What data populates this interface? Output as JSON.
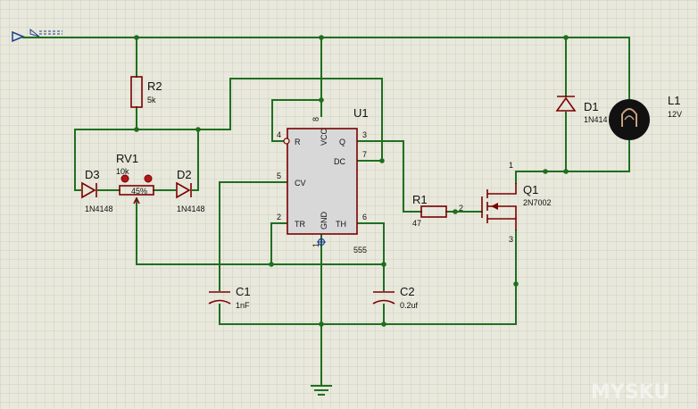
{
  "components": {
    "r2": {
      "ref": "R2",
      "value": "5k"
    },
    "rv1": {
      "ref": "RV1",
      "value": "10k",
      "setting": "45%"
    },
    "d3": {
      "ref": "D3",
      "value": "1N4148"
    },
    "d2": {
      "ref": "D2",
      "value": "1N4148"
    },
    "u1": {
      "ref": "U1",
      "value": "555",
      "pins": {
        "r": "R",
        "q": "Q",
        "dc": "DC",
        "cv": "CV",
        "tr": "TR",
        "th": "TH",
        "vcc": "VCC",
        "gnd": "GND"
      },
      "pin_numbers": {
        "p4": "4",
        "p3": "3",
        "p7": "7",
        "p5": "5",
        "p2": "2",
        "p6": "6",
        "p8": "8",
        "p1": "1"
      }
    },
    "c1": {
      "ref": "C1",
      "value": "1nF"
    },
    "c2": {
      "ref": "C2",
      "value": "0.2uf"
    },
    "r1": {
      "ref": "R1",
      "value": "47",
      "pin": "2"
    },
    "q1": {
      "ref": "Q1",
      "value": "2N7002",
      "pin_drain": "1",
      "pin_source": "3"
    },
    "d1": {
      "ref": "D1",
      "value": "1N414"
    },
    "l1": {
      "ref": "L1",
      "value": "12V"
    }
  },
  "watermark": "MYSKU",
  "colors": {
    "wire": "#1f6f1f",
    "part": "#7a0000",
    "chip": "#d8d8d8",
    "background": "#e8e8dc",
    "grid": "#cfcfc0"
  }
}
